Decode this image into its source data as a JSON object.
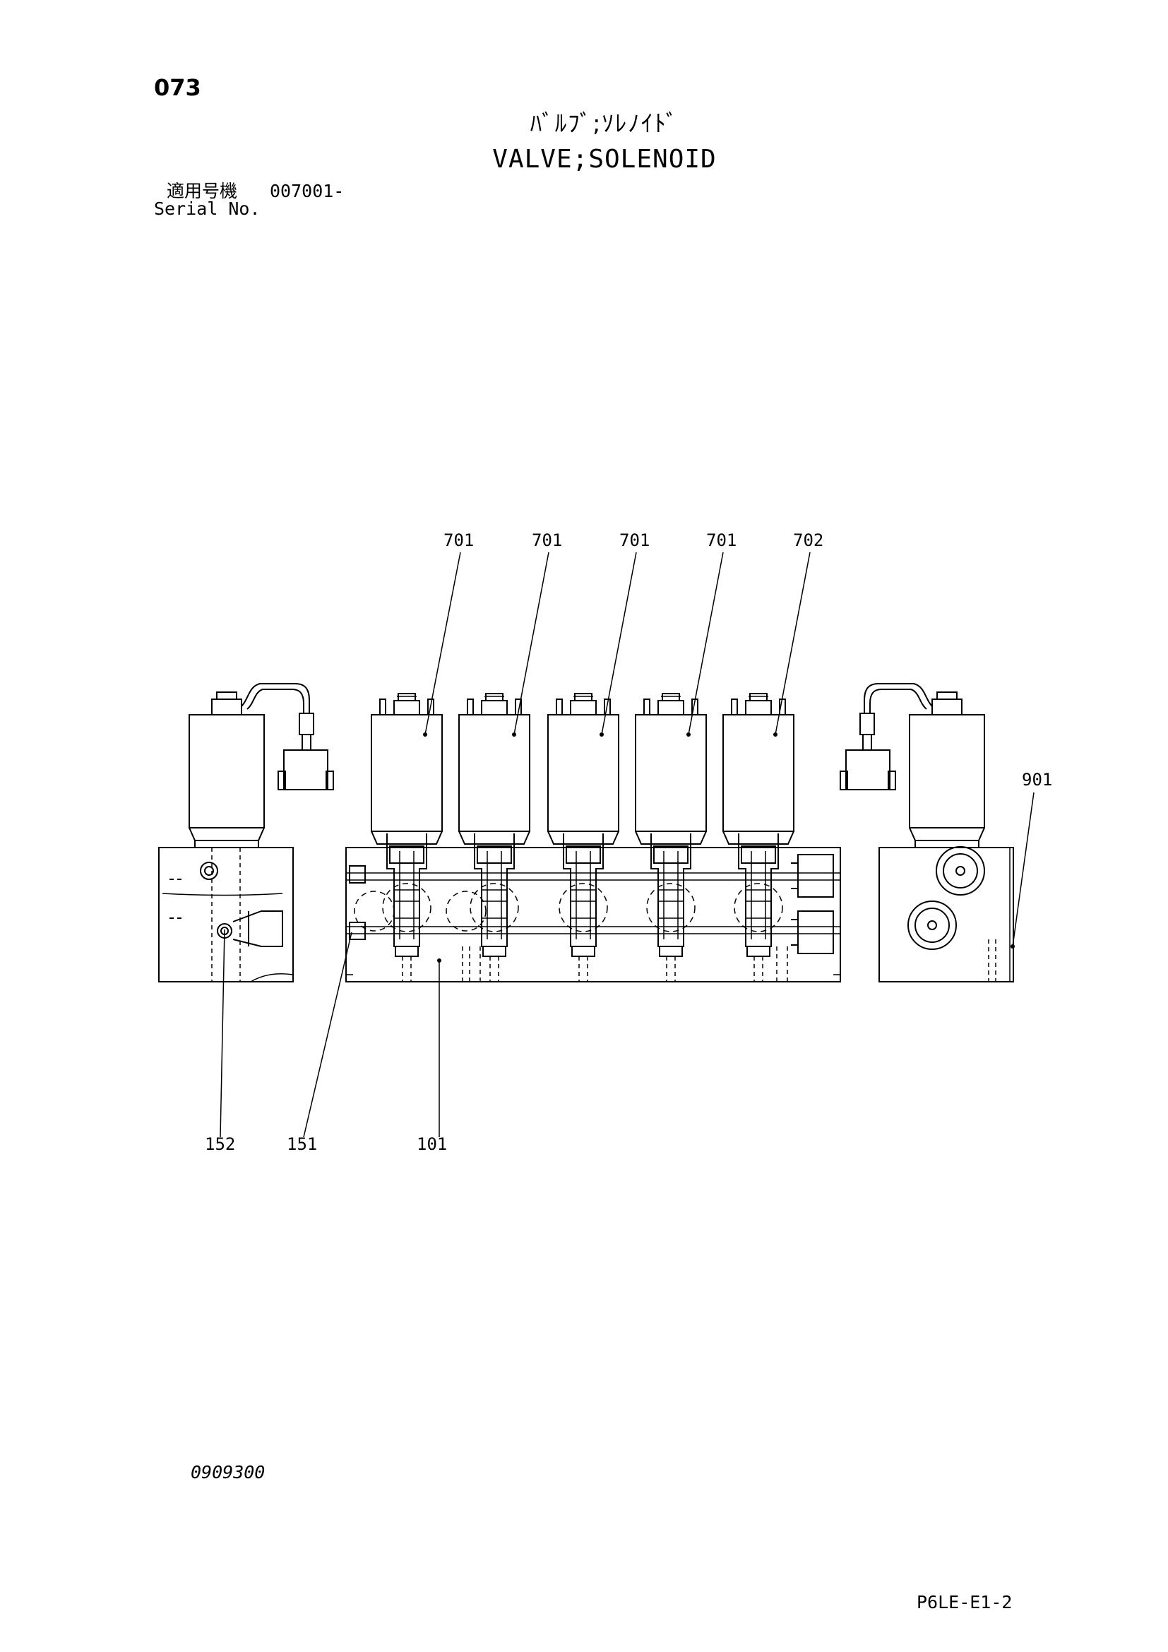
{
  "page": {
    "number": "073",
    "title_jp": "ﾊﾞﾙﾌﾞ;ｿﾚﾉｲﾄﾞ",
    "title_en": "VALVE;SOLENOID",
    "serial_label_jp": "適用号機",
    "serial_value": "007001-",
    "serial_label_en": "Serial No.",
    "drawing_code": "0909300",
    "sheet_code": "P6LE-E1-2"
  },
  "callouts": {
    "c701a": "701",
    "c701b": "701",
    "c701c": "701",
    "c701d": "701",
    "c702": "702",
    "c901": "901",
    "c152": "152",
    "c151": "151",
    "c101": "101"
  }
}
